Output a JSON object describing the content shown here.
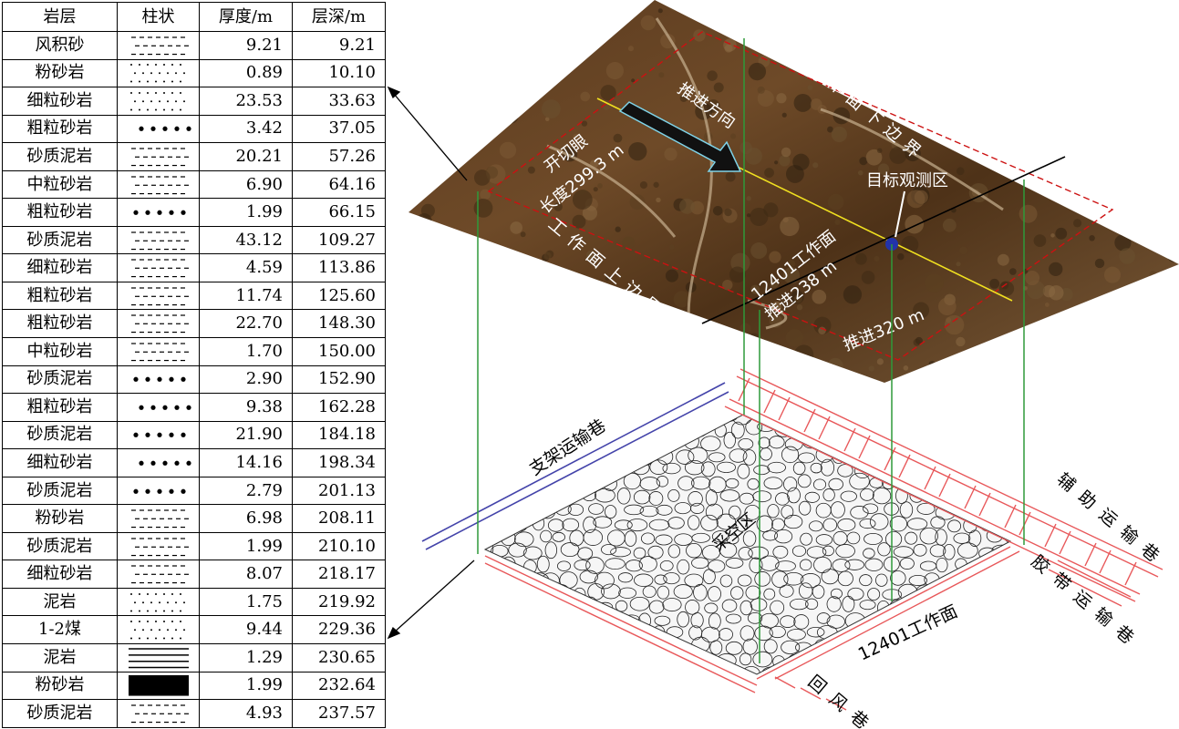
{
  "table": {
    "headers": [
      "岩层",
      "柱状",
      "厚度/m",
      "层深/m"
    ],
    "rows": [
      {
        "name": "风积砂",
        "thickness": "9.21",
        "depth": "9.21",
        "pattern": "dash"
      },
      {
        "name": "粉砂岩",
        "thickness": "0.89",
        "depth": "10.10",
        "pattern": "dot"
      },
      {
        "name": "细粒砂岩",
        "thickness": "23.53",
        "depth": "33.63",
        "pattern": "dot"
      },
      {
        "name": "粗粒砂岩",
        "thickness": "3.42",
        "depth": "37.05",
        "pattern": "bigdot"
      },
      {
        "name": "砂质泥岩",
        "thickness": "20.21",
        "depth": "57.26",
        "pattern": "dash"
      },
      {
        "name": "中粒砂岩",
        "thickness": "6.90",
        "depth": "64.16",
        "pattern": "dash"
      },
      {
        "name": "粗粒砂岩",
        "thickness": "1.99",
        "depth": "66.15",
        "pattern": "bigdot"
      },
      {
        "name": "砂质泥岩",
        "thickness": "43.12",
        "depth": "109.27",
        "pattern": "dash"
      },
      {
        "name": "细粒砂岩",
        "thickness": "4.59",
        "depth": "113.86",
        "pattern": "dash"
      },
      {
        "name": "粗粒砂岩",
        "thickness": "11.74",
        "depth": "125.60",
        "pattern": "dash"
      },
      {
        "name": "粗粒砂岩",
        "thickness": "22.70",
        "depth": "148.30",
        "pattern": "dash"
      },
      {
        "name": "中粒砂岩",
        "thickness": "1.70",
        "depth": "150.00",
        "pattern": "dash"
      },
      {
        "name": "砂质泥岩",
        "thickness": "2.90",
        "depth": "152.90",
        "pattern": "bigdot"
      },
      {
        "name": "粗粒砂岩",
        "thickness": "9.38",
        "depth": "162.28",
        "pattern": "bigdot"
      },
      {
        "name": "砂质泥岩",
        "thickness": "21.90",
        "depth": "184.18",
        "pattern": "bigdot"
      },
      {
        "name": "细粒砂岩",
        "thickness": "14.16",
        "depth": "198.34",
        "pattern": "bigdot"
      },
      {
        "name": "砂质泥岩",
        "thickness": "2.79",
        "depth": "201.13",
        "pattern": "bigdot"
      },
      {
        "name": "粉砂岩",
        "thickness": "6.98",
        "depth": "208.11",
        "pattern": "dash"
      },
      {
        "name": "砂质泥岩",
        "thickness": "1.99",
        "depth": "210.10",
        "pattern": "dash"
      },
      {
        "name": "细粒砂岩",
        "thickness": "8.07",
        "depth": "218.17",
        "pattern": "dash"
      },
      {
        "name": "泥岩",
        "thickness": "1.75",
        "depth": "219.92",
        "pattern": "dot"
      },
      {
        "name": "1-2煤",
        "thickness": "9.44",
        "depth": "229.36",
        "pattern": "dot"
      },
      {
        "name": "泥岩",
        "thickness": "1.29",
        "depth": "230.65",
        "pattern": "line"
      },
      {
        "name": "粉砂岩",
        "thickness": "1.99",
        "depth": "232.64",
        "pattern": "coal"
      },
      {
        "name": "砂质泥岩",
        "thickness": "4.93",
        "depth": "237.57",
        "pattern": "dash"
      }
    ]
  },
  "diagram": {
    "labels": {
      "cut_eye": "开切眼",
      "length": "长度299.3 m",
      "advance_dir": "推进方向",
      "face_lower": "工作面下边界",
      "face_upper": "工作面上边界",
      "target": "目标观测区",
      "face_advance_1": "12401工作面",
      "face_advance_2": "推进238 m",
      "advance_320": "推进320 m",
      "support_road": "支架运输巷",
      "goaf": "采空区",
      "aux_road": "辅助运输巷",
      "belt_road": "胶带运输巷",
      "face_name": "12401工作面",
      "return_air": "回风巷"
    },
    "colors": {
      "roadway": "#e8585a",
      "support_road": "#4444aa",
      "green_line": "#2e9a3a",
      "yellow_line": "#f0e020",
      "target_point": "#2233aa",
      "boundary": "#cc1111"
    }
  }
}
